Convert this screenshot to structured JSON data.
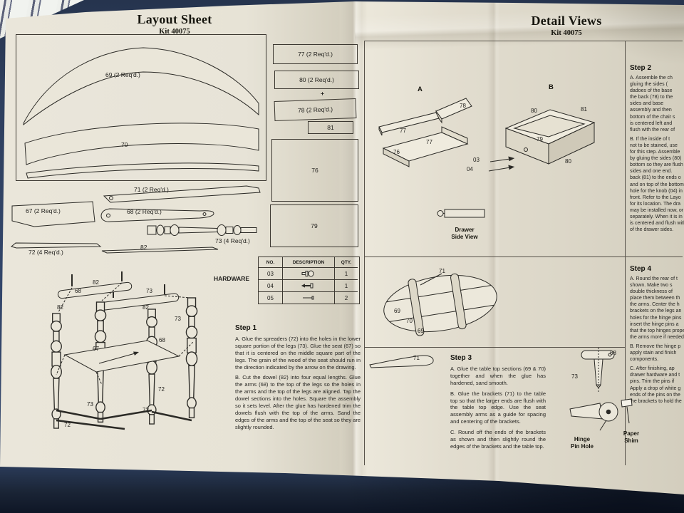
{
  "left": {
    "title": "Layout Sheet",
    "kit": "Kit 40075",
    "parts": {
      "p69": "69 (2 Req'd.)",
      "p70": "70",
      "p77": "77 (2 Req'd.)",
      "p80": "80 (2 Req'd.)",
      "plus": "+",
      "p78": "78 (2 Req'd.)",
      "p81": "81",
      "p76": "76",
      "p79": "79",
      "p71": "71 (2 Req'd.)",
      "p67": "67 (2 Req'd.)",
      "p68": "68 (2 Req'd.)",
      "p73": "73 (4 Req'd.)",
      "p72": "72 (4 Req'd.)",
      "p82": "82"
    },
    "hardware": {
      "label": "HARDWARE",
      "col_no": "NO.",
      "col_desc": "DESCRIPTION",
      "col_qty": "QTY.",
      "rows": [
        {
          "no": "03",
          "qty": "1"
        },
        {
          "no": "04",
          "qty": "1"
        },
        {
          "no": "05",
          "qty": "2"
        }
      ]
    },
    "assembly": {
      "l82": "82",
      "l68": "68",
      "l73": "73",
      "l67": "67",
      "l72": "72"
    },
    "step1": {
      "title": "Step 1",
      "a": "A. Glue the spreaders (72) into the holes in the lower square portion of the legs (73). Glue the seat (67) so that it is centered on the middle square part of the legs. The grain of the wood of the seat should run in the direction indicated by the arrow on the drawing.",
      "b": "B. Cut the dowel (82) into four equal lengths. Glue the arms (68) to the top of the legs so the holes in the arms and the top of the legs are aligned. Tap the dowel sections into the holes. Square the assembly so it sets level. After the glue has hardened trim the dowels flush with the top of the arms. Sand the edges of the arms and the top of the seat so they are slightly rounded."
    }
  },
  "right": {
    "title": "Detail Views",
    "kit": "Kit 40075",
    "labels": {
      "A": "A",
      "B": "B",
      "l76": "76",
      "l77": "77",
      "l78": "78",
      "l79": "79",
      "l80": "80",
      "l81": "81",
      "l03": "03",
      "l04": "04",
      "l69": "69",
      "l70": "70",
      "l71": "71",
      "l68": "68",
      "l73": "73"
    },
    "captions": {
      "drawer_side_view": "Drawer\nSide View",
      "hinge_pin_hole": "Hinge\nPin Hole",
      "paper_shim": "Paper\nShim"
    },
    "step2": {
      "title": "Step 2",
      "a": "A. Assemble the ch\ngluing the sides (\ndadoes of the base\nthe back (78) to the\nsides and base\nassembly and then\nbottom of the chair s\nis centered left and\nflush with the rear of",
      "b": "B. If the inside of t\nnot to be stained, use\nfor this step. Assemble\nby gluing the sides (80)\nbottom so they are flush\nsides and one end.\nback (81) to the ends o\nand on top of the bottom\nhole for the knob (04) in t\nfront. Refer to the Layo\nfor its location. The dra\nmay be installed now, or\nseparately. When it is in\nis centered and flush with\nof the drawer sides."
    },
    "step3": {
      "title": "Step 3",
      "a": "A. Glue the table top sections (69 & 70) together and when the glue has hardened, sand smooth.",
      "b": "B. Glue the brackets (71) to the table top so that the larger ends are flush with the table top edge. Use the seat assembly arms as a guide for spacing and centering of the brackets.",
      "c": "C. Round off the ends of the brackets as shown and then slightly round the edges of the brackets and the table top."
    },
    "step4": {
      "title": "Step 4",
      "a": "A. Round the rear of t\nshown. Make two s\ndouble thickness of\nplace them between th\nthe arms. Center the h\nbrackets on the legs an\nholes for the hinge pins\ninsert the hinge pins a\nthat the top hinges prope\nthe arms more if needed.",
      "b": "B. Remove the hinge p\napply stain and finish\ncomponents.",
      "c": "C. After finishing, ap\ndrawer hardware and t\npins. Trim the pins if\nApply a drop of white g\nends of the pins on the\nthe brackets to hold the"
    }
  }
}
